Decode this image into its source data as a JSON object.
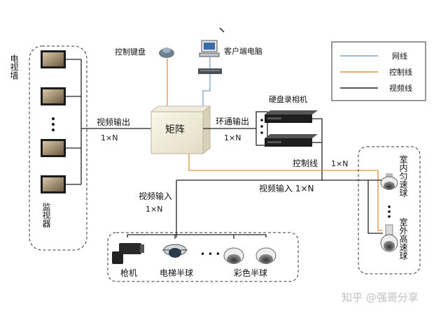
{
  "legend": {
    "network": "网线",
    "control": "控制线",
    "video": "视频线",
    "colors": {
      "network": "#7fa4c4",
      "control": "#e0903a",
      "video": "#222222"
    }
  },
  "labels": {
    "tv_wall": "电视墙",
    "monitor": "监视器",
    "control_keyboard": "控制键盘",
    "client_pc": "客户端电脑",
    "matrix": "矩阵",
    "video_output": "视频输出",
    "video_output_ratio": "1×N",
    "loop_output": "环通输出",
    "loop_output_ratio": "1×N",
    "dvr": "硬盘录相机",
    "control_line": "控制线",
    "control_line_ratio": "1×N",
    "video_input_main": "视频输入 1×N",
    "video_input": "视频输入",
    "video_input_ratio": "1×N",
    "indoor_dome": "室内匀速球",
    "outdoor_dome": "室外高速球",
    "gun_camera": "枪机",
    "elevator_dome": "电梯半球",
    "ellipsis": "• • •",
    "color_dome": "彩色半球"
  },
  "watermark": "知乎 @强哥分享",
  "icons": [
    "monitor-icon",
    "keyboard-icon",
    "computer-icon",
    "switch-icon",
    "matrix-icon",
    "dvr-icon",
    "dome-camera-icon",
    "gun-camera-icon"
  ]
}
